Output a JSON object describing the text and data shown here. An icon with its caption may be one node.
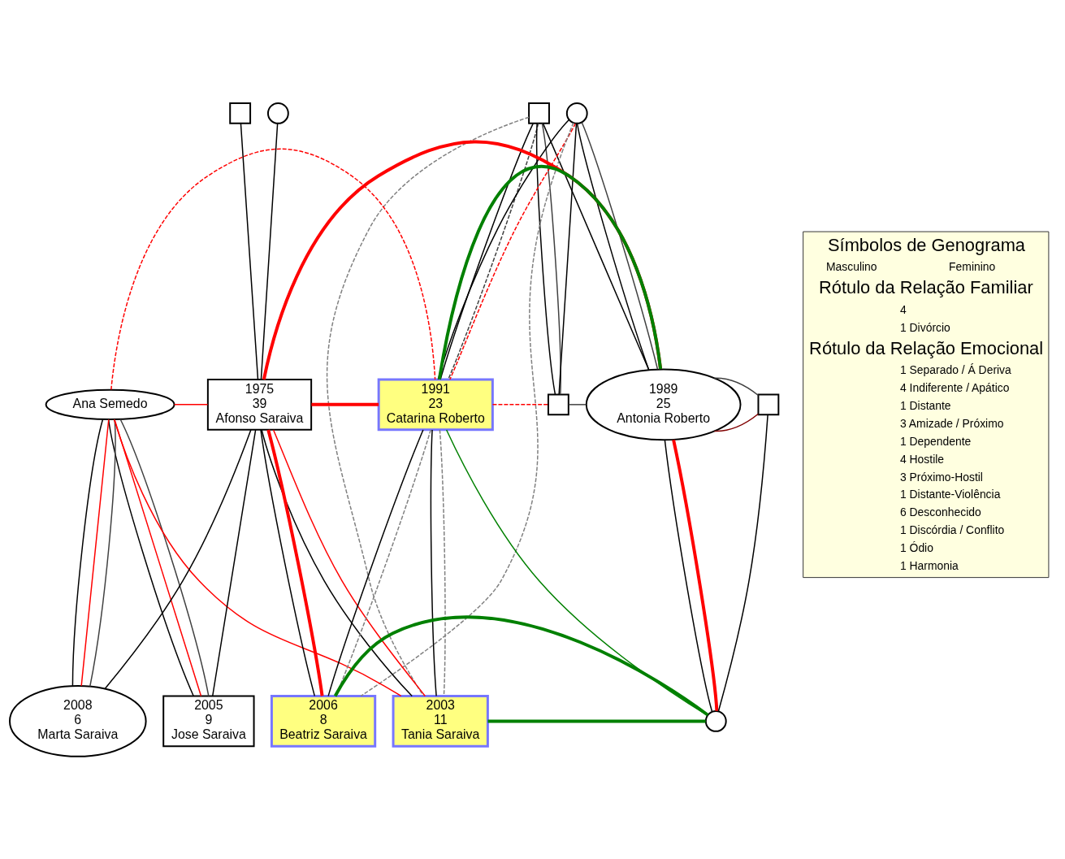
{
  "diagram": {
    "nodes": [
      {
        "text": [],
        "shape": "box"
      },
      {
        "text": [],
        "shape": "circle"
      },
      {
        "text": [],
        "shape": "box"
      },
      {
        "text": [],
        "shape": "circle"
      },
      {
        "text": [
          "Ana Semedo"
        ]
      },
      {
        "text": [
          "1975",
          "39",
          "Afonso Saraiva"
        ]
      },
      {
        "text": [
          "2005",
          "9",
          "Jose Saraiva"
        ]
      },
      {
        "text": [
          "2008",
          "6",
          "Marta Saraiva"
        ]
      },
      {
        "text": [
          "1991",
          "23",
          "Catarina Roberto"
        ]
      },
      {
        "text": [
          "2003",
          "11",
          "Tania Saraiva"
        ]
      },
      {
        "text": [
          "2006",
          "8",
          "Beatriz Saraiva"
        ]
      },
      {
        "text": [],
        "shape": "box"
      },
      {
        "text": [
          "1989",
          "25",
          "Antonia Roberto"
        ]
      },
      {
        "text": [],
        "shape": "box"
      },
      {
        "text": [],
        "shape": "circle"
      }
    ],
    "edges": [
      {
        "from": 0,
        "to": 5,
        "arrow": "none"
      },
      {
        "from": 1,
        "to": 5,
        "arrow": "none"
      },
      {
        "from": 2,
        "to": 8,
        "arrow": "none"
      },
      {
        "from": 3,
        "to": 8,
        "arrow": "none"
      },
      {
        "from": 2,
        "to": 11,
        "arrow": "none"
      },
      {
        "from": 3,
        "to": 11,
        "arrow": "none"
      },
      {
        "from": 2,
        "to": 12,
        "arrow": "none"
      },
      {
        "from": 3,
        "to": 12,
        "arrow": "none"
      },
      {
        "from": 4,
        "to": 6,
        "arrow": "none"
      },
      {
        "from": 5,
        "to": 6,
        "arrow": "none"
      },
      {
        "from": 4,
        "to": 7,
        "arrow": "none"
      },
      {
        "from": 5,
        "to": 7,
        "arrow": "none"
      },
      {
        "from": 5,
        "to": 9,
        "arrow": "none"
      },
      {
        "from": 8,
        "to": 9,
        "arrow": "none"
      },
      {
        "from": 5,
        "to": 10,
        "arrow": "none"
      },
      {
        "from": 8,
        "to": 10,
        "arrow": "none"
      },
      {
        "from": 12,
        "to": 14,
        "arrow": "none"
      },
      {
        "from": 13,
        "to": 14,
        "arrow": "none"
      },
      {
        "from": 12,
        "to": 13,
        "arrow": "none",
        "color": "#800000"
      },
      {
        "from": 4,
        "to": 8,
        "arrow": "none",
        "style": "dashed",
        "color": "#ff0000"
      },
      {
        "from": 4,
        "to": 5,
        "arrow": "none",
        "color": "#ff0000"
      },
      {
        "from": 4,
        "to": 6,
        "arrow": "none",
        "color": "#ff0000"
      },
      {
        "from": 4,
        "to": 7,
        "arrow": "none",
        "color": "#ff0000"
      },
      {
        "from": 4,
        "to": 9,
        "arrow": "none",
        "color": "#ff0000"
      },
      {
        "from": 4,
        "to": 6,
        "arrow": "none",
        "color": "#404040"
      },
      {
        "from": 4,
        "to": 7,
        "arrow": "none",
        "color": "#404040"
      },
      {
        "from": 2,
        "to": 11,
        "arrow": "none",
        "color": "#404040"
      },
      {
        "from": 11,
        "to": 12,
        "arrow": "none",
        "color": "#404040"
      },
      {
        "from": 3,
        "to": 12,
        "arrow": "none",
        "color": "#404040"
      },
      {
        "from": 12,
        "to": 13,
        "arrow": "none",
        "color": "#404040"
      },
      {
        "from": 5,
        "to": 8,
        "arrow": "none",
        "style": "thick",
        "color": "#ff0000"
      },
      {
        "from": 5,
        "to": 12,
        "arrow": "none",
        "style": "thick",
        "color": "#ff0000"
      },
      {
        "from": 5,
        "to": 10,
        "arrow": "none",
        "style": "thick",
        "color": "#ff0000"
      },
      {
        "from": 5,
        "to": 9,
        "arrow": "none",
        "color": "#ff0000"
      },
      {
        "from": 3,
        "to": 8,
        "arrow": "none",
        "style": "dashed",
        "color": "#ff0000"
      },
      {
        "from": 8,
        "to": 11,
        "arrow": "none",
        "style": "dashed",
        "color": "#ff0000"
      },
      {
        "from": 2,
        "to": 9,
        "arrow": "none",
        "style": "dashed",
        "color": "#808080"
      },
      {
        "from": 3,
        "to": 10,
        "arrow": "none",
        "style": "dashed",
        "color": "#808080"
      },
      {
        "from": 8,
        "to": 9,
        "arrow": "none",
        "style": "dashed",
        "color": "#808080"
      },
      {
        "from": 8,
        "to": 10,
        "arrow": "none",
        "style": "dashed",
        "color": "#808080"
      },
      {
        "from": 2,
        "to": 8,
        "arrow": "none",
        "style": "dashed",
        "color": "#404040"
      },
      {
        "from": 10,
        "to": 14,
        "arrow": "none",
        "style": "thick",
        "color": "#008000"
      },
      {
        "from": 9,
        "to": 14,
        "arrow": "none",
        "style": "thick",
        "color": "#008000"
      },
      {
        "from": 8,
        "to": 12,
        "arrow": "none",
        "style": "thick",
        "color": "#008000"
      },
      {
        "from": 8,
        "to": 14,
        "arrow": "none",
        "color": "#008000"
      },
      {
        "from": 12,
        "to": 14,
        "arrow": "none",
        "style": "thick",
        "color": "#ff0000"
      }
    ],
    "labels": [
      "Símbolos de Genograma",
      "Masculino",
      "Feminino",
      "Rótulo da Relação Familiar",
      "Rótulo da Relação Emocional"
    ],
    "legend": [
      {
        "text": "4"
      },
      {
        "text": "1 Divórcio"
      },
      {
        "text": "1 Separado / Á Deriva"
      },
      {
        "text": "4 Indiferente / Apático"
      },
      {
        "text": "1 Distante"
      },
      {
        "text": "3 Amizade / Próximo"
      },
      {
        "text": "1 Dependente"
      },
      {
        "text": "4 Hostile"
      },
      {
        "text": "3 Próximo-Hostil"
      },
      {
        "text": "1 Distante-Violência"
      },
      {
        "text": "6 Desconhecido"
      },
      {
        "text": "1 Discórdia / Conflito"
      },
      {
        "text": "1 Ódio"
      },
      {
        "text": "1 Harmonia"
      }
    ]
  }
}
